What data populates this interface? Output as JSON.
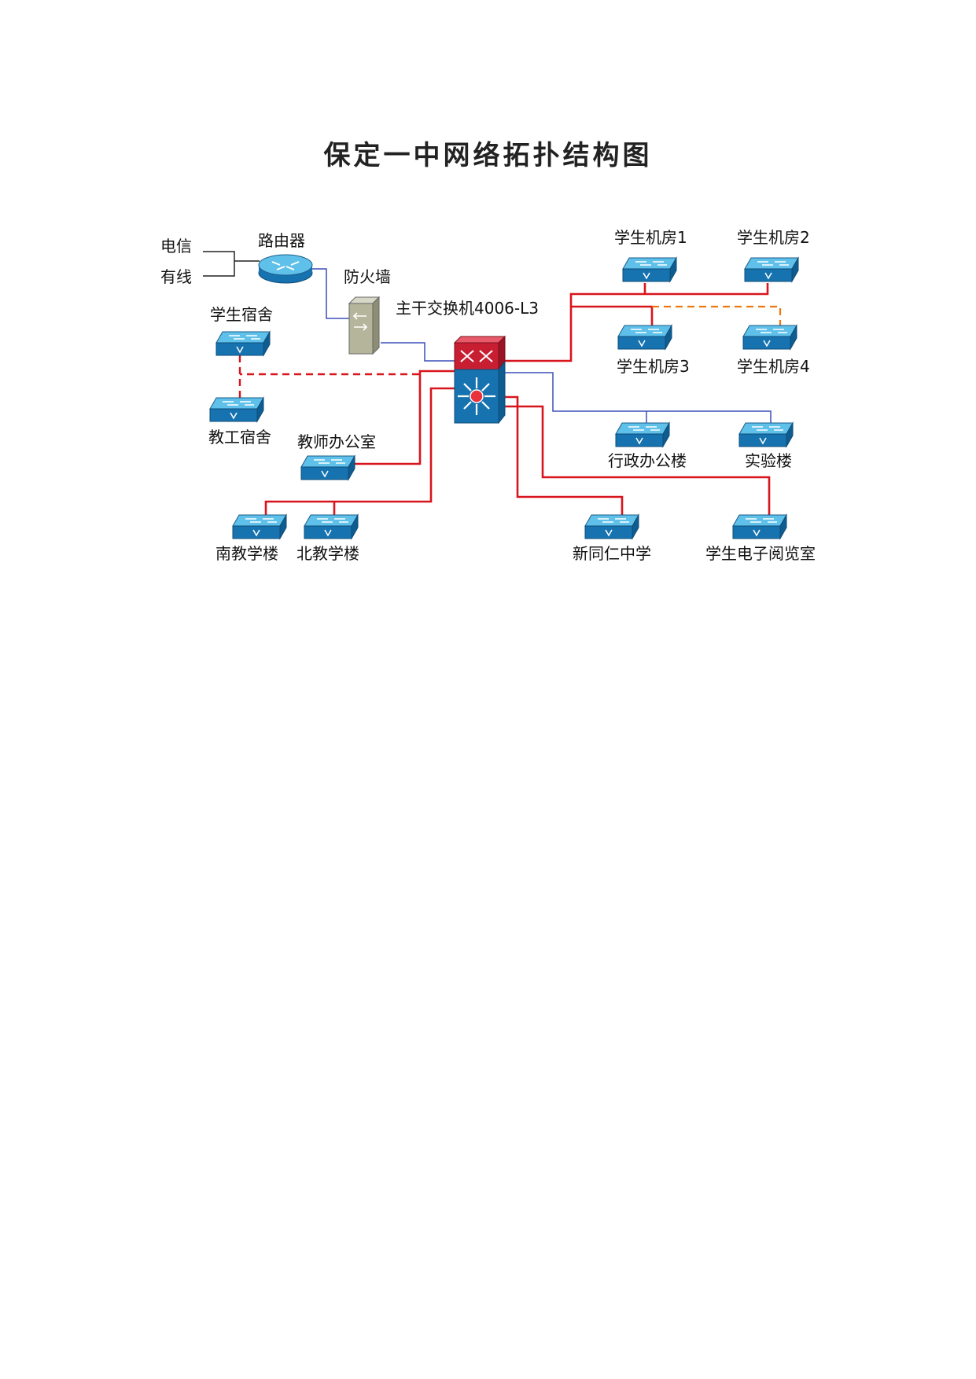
{
  "title": "保定一中网络拓扑结构图",
  "labels": {
    "telecom": "电信",
    "cable": "有线",
    "router": "路由器",
    "firewall": "防火墙",
    "core_switch": "主干交换机4006-L3",
    "student_dorm": "学生宿舍",
    "staff_dorm": "教工宿舍",
    "teacher_office": "教师办公室",
    "south_building": "南教学楼",
    "north_building": "北教学楼",
    "lab1": "学生机房1",
    "lab2": "学生机房2",
    "lab3": "学生机房3",
    "lab4": "学生机房4",
    "admin_building": "行政办公楼",
    "experiment_building": "实验楼",
    "xintongren": "新同仁中学",
    "reading_room": "学生电子阅览室"
  },
  "colors": {
    "switch_top": "#3aa7dc",
    "switch_front": "#1673b0",
    "link_red": "#d8141c",
    "link_blue": "#3a4fb8",
    "link_orange_dashed": "#ee7711",
    "core_red": "#c81e32"
  }
}
